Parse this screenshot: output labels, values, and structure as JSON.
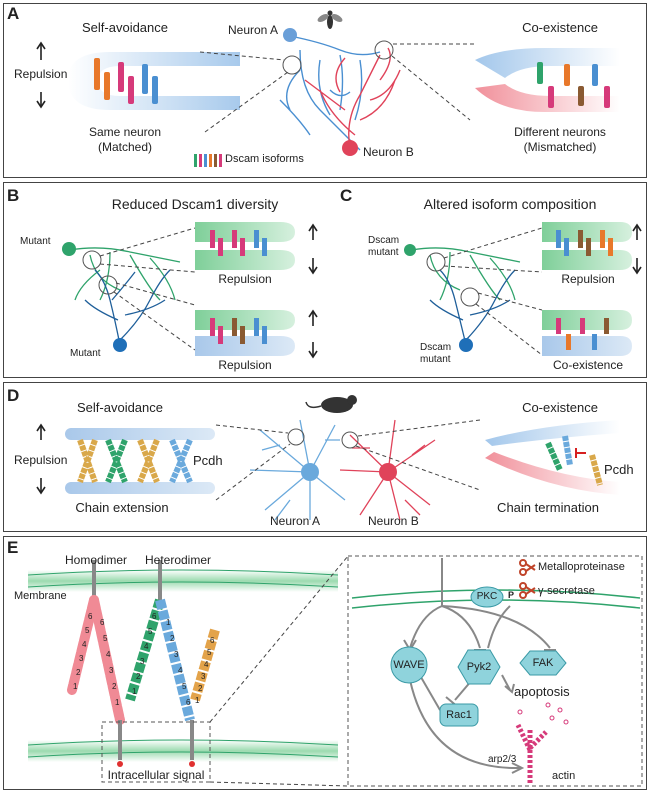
{
  "panel_a": {
    "label": "A",
    "self_avoidance": "Self-avoidance",
    "repulsion": "Repulsion",
    "same_neuron": "Same neuron",
    "matched": "(Matched)",
    "neuron_a": "Neuron A",
    "neuron_b": "Neuron B",
    "isoforms": "Dscam isoforms",
    "coexistence": "Co-existence",
    "different_neurons": "Different neurons",
    "mismatched": "(Mismatched)"
  },
  "panel_b": {
    "label": "B",
    "title": "Reduced Dscam1 diversity",
    "mutant_top": "Mutant",
    "mutant_bottom": "Mutant",
    "repulsion_1": "Repulsion",
    "repulsion_2": "Repulsion"
  },
  "panel_c": {
    "label": "C",
    "title": "Altered isoform composition",
    "dscam_mutant_top_1": "Dscam",
    "dscam_mutant_top_2": "mutant",
    "dscam_mutant_bottom_1": "Dscam",
    "dscam_mutant_bottom_2": "mutant",
    "repulsion": "Repulsion",
    "coexistence": "Co-existence"
  },
  "panel_d": {
    "label": "D",
    "self_avoidance": "Self-avoidance",
    "repulsion": "Repulsion",
    "pcdh_left": "Pcdh",
    "chain_extension": "Chain extension",
    "neuron_a": "Neuron A",
    "neuron_b": "Neuron B",
    "coexistence": "Co-existence",
    "pcdh_right": "Pcdh",
    "chain_termination": "Chain termination"
  },
  "panel_e": {
    "label": "E",
    "homodimer": "Homodimer",
    "heterodimer": "Heterodimer",
    "membrane": "Membrane",
    "intracellular": "Intracellular signal",
    "metalloproteinase": "Metalloproteinase",
    "gamma_secretase": "γ-secretase",
    "pkc": "PKC",
    "p": "P",
    "wave": "WAVE",
    "pyk2": "Pyk2",
    "fak": "FAK",
    "rac1": "Rac1",
    "apoptosis": "apoptosis",
    "arp": "arp2/3",
    "actin": "actin",
    "chain_nums_desc": [
      "6",
      "5",
      "4",
      "3",
      "2",
      "1"
    ],
    "chain_nums_asc": [
      "1",
      "2",
      "3",
      "4",
      "5",
      "6"
    ]
  },
  "colors": {
    "blue": "#4a8fd1",
    "red": "#e0435a",
    "green": "#2fa36b",
    "pink": "#d63a7a",
    "orange": "#e8782a",
    "brown": "#8a5a32",
    "teal_node": "#8fd3dc",
    "membrane_green": "#59c27a"
  }
}
